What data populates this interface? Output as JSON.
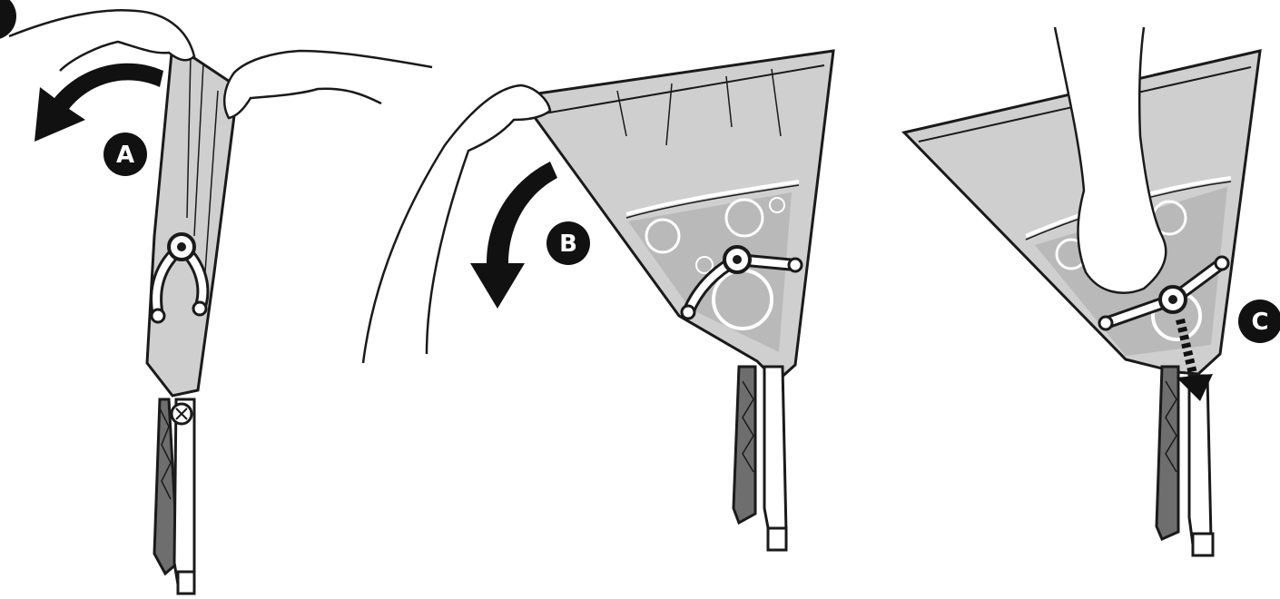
{
  "steps": [
    {
      "label": "A",
      "action": "fold-canopy-back",
      "arrow": "curved-left"
    },
    {
      "label": "B",
      "action": "pull-canopy-down",
      "arrow": "curved-down"
    },
    {
      "label": "C",
      "action": "press-hinge-to-lock",
      "arrow": "dashed-down"
    }
  ],
  "corner_marker": "",
  "colors": {
    "outline": "#1a1a1a",
    "fabric": "#cfcfcf",
    "fabric_dark": "#b9b9b9",
    "frame_dark": "#6e6e6e",
    "skin": "#ffffff",
    "badge": "#111111"
  },
  "icons": [
    "hand-icon",
    "curved-arrow-icon",
    "dashed-arrow-icon",
    "hinge-icon",
    "canopy-frame-icon"
  ]
}
